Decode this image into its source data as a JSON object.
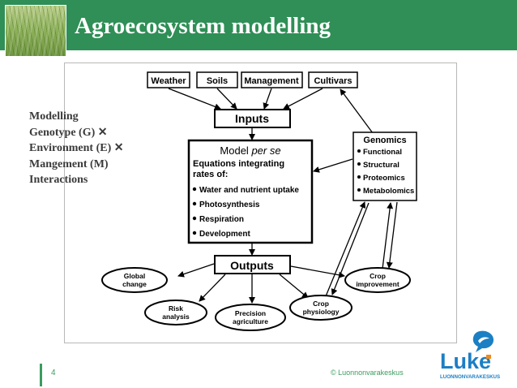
{
  "title": "Agroecosystem modelling",
  "side_list": [
    "Modelling",
    "Genotype (G) ✕",
    "Environment (E) ✕",
    "Mangement (M)",
    "Interactions"
  ],
  "diagram": {
    "top_boxes": [
      "Weather",
      "Soils",
      "Management",
      "Cultivars"
    ],
    "inputs": "Inputs",
    "model_title_a": "Model ",
    "model_title_b": "per se",
    "model_sub_1": "Equations integrating",
    "model_sub_2": "rates of:",
    "model_items": [
      "Water and nutrient uptake",
      "Photosynthesis",
      "Respiration",
      "Development"
    ],
    "genomics_title": "Genomics",
    "genomics_items": [
      "Functional",
      "Structural",
      "Proteomics",
      "Metabolomics"
    ],
    "outputs": "Outputs",
    "ovals": {
      "global_change": [
        "Global",
        "change"
      ],
      "risk_analysis": [
        "Risk",
        "analysis"
      ],
      "precision_agriculture": [
        "Precision",
        "agriculture"
      ],
      "crop_physiology": [
        "Crop",
        "physiology"
      ],
      "crop_improvement": [
        "Crop",
        "improvement"
      ]
    }
  },
  "footer": {
    "page_number": "4",
    "copyright": "© Luonnonvarakeskus"
  },
  "logo": {
    "word": "Luke",
    "subtitle": "LUONNONVARAKESKUS"
  },
  "colors": {
    "brand_green": "#2f8f56",
    "logo_blue": "#1b7fc4",
    "logo_orange": "#f08a1c"
  }
}
